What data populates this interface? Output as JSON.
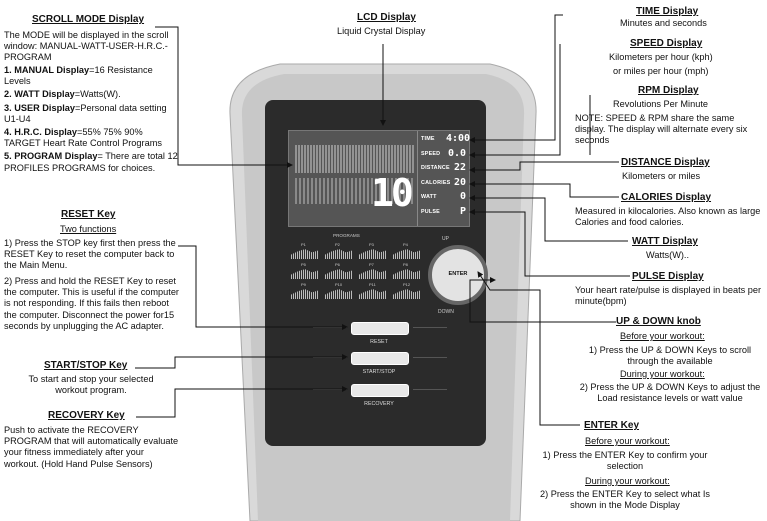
{
  "scroll_mode": {
    "title": "SCROLL MODE Display",
    "intro": "The MODE will be displayed in the scroll window: MANUAL-WATT-USER-H.R.C.-PROGRAM",
    "items": [
      {
        "label": "1. MANUAL Display",
        "text": "=16 Resistance Levels"
      },
      {
        "label": "2. WATT Display",
        "text": "=Watts(W)."
      },
      {
        "label": "3. USER Display",
        "text": "=Personal data setting U1-U4"
      },
      {
        "label": "4. H.R.C. Display",
        "text": "=55% 75% 90% TARGET Heart Rate Control Programs"
      },
      {
        "label": "5. PROGRAM Display",
        "text": "= There are total 12 PROFILES PROGRAMS for choices."
      }
    ]
  },
  "reset_key": {
    "title": "RESET Key",
    "subtitle": "Two functions",
    "p1": "1) Press the STOP key first then press the RESET Key to reset the computer back to the Main Menu.",
    "p2": "2) Press and hold the RESET Key to reset the computer. This is useful if the computer is not responding. If this fails then reboot the computer. Disconnect the power for15 seconds by unplugging the AC adapter."
  },
  "start_stop_key": {
    "title": "START/STOP Key",
    "text": "To start and stop your selected workout program."
  },
  "recovery_key": {
    "title": "RECOVERY Key",
    "text": "Push to activate the RECOVERY PROGRAM that will automatically evaluate your fitness immediately after your workout. (Hold Hand Pulse Sensors)"
  },
  "lcd": {
    "title": "LCD Display",
    "text": "Liquid Crystal Display"
  },
  "time": {
    "title": "TIME Display",
    "text": "Minutes and seconds"
  },
  "speed": {
    "title": "SPEED Display",
    "line1": "Kilometers per hour (kph)",
    "line2": "or miles per hour (mph)"
  },
  "rpm": {
    "title": "RPM Display",
    "line1": "Revolutions Per Minute",
    "note": "NOTE: SPEED & RPM share the same display. The display will alternate every six seconds"
  },
  "distance": {
    "title": "DISTANCE Display",
    "text": "Kilometers or miles"
  },
  "calories": {
    "title": "CALORIES Display",
    "text": "Measured in kilocalories. Also known as large Calories and food calories."
  },
  "watt": {
    "title": "WATT Display",
    "text": "Watts(W).."
  },
  "pulse": {
    "title": "PULSE Display",
    "text": "Your heart rate/pulse is displayed in beats per minute(bpm)"
  },
  "updown": {
    "title": "UP & DOWN knob",
    "before_h": "Before your workout:",
    "before_t": "1) Press the UP & DOWN Keys to scroll through the available",
    "during_h": "During your workout:",
    "during_t": "2) Press the UP & DOWN Keys to adjust the Load resistance levels or watt value"
  },
  "enter": {
    "title": "ENTER Key",
    "before_h": "Before your workout:",
    "before_t": "1) Press the ENTER Key to confirm your selection",
    "during_h": "During your workout:",
    "during_t": "2) Press the ENTER Key to select what Is shown in the Mode Display"
  },
  "console": {
    "labels": [
      "TIME",
      "SPEED",
      "DISTANCE",
      "CALORIES",
      "WATT",
      "PULSE"
    ],
    "values": [
      "4:00",
      "0.0",
      "22",
      "20",
      "0",
      "P"
    ],
    "big_value": "10",
    "programs_label": "PROGRAMS",
    "program_ids": [
      "P1",
      "P2",
      "P3",
      "P4",
      "P5",
      "P6",
      "P7",
      "P8",
      "P9",
      "P10",
      "P11",
      "P12"
    ],
    "knob_label": "ENTER",
    "up": "UP",
    "down": "DOWN",
    "buttons": [
      "RESET",
      "START/STOP",
      "RECOVERY"
    ]
  }
}
